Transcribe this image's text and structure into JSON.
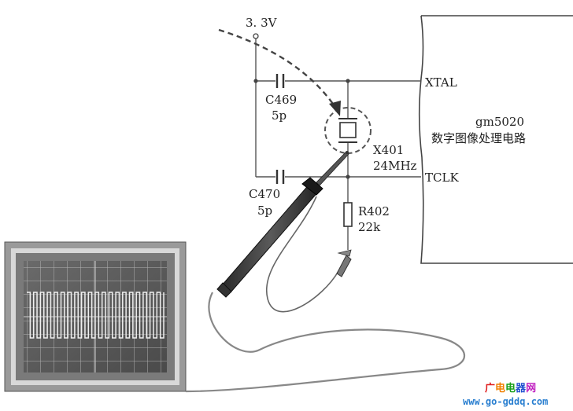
{
  "supply": {
    "label": "3. 3V"
  },
  "capacitors": [
    {
      "ref": "C469",
      "value": "5p"
    },
    {
      "ref": "C470",
      "value": "5p"
    }
  ],
  "crystal": {
    "ref": "X401",
    "value": "24MHz"
  },
  "resistor": {
    "ref": "R402",
    "value": "22k"
  },
  "chip": {
    "pin_top": "XTAL",
    "pin_bottom": "TCLK",
    "name": "gm5020",
    "description": "数字图像处理电路"
  },
  "watermark": {
    "chars": [
      {
        "text": "广",
        "color": "#e02020"
      },
      {
        "text": "电",
        "color": "#f08000"
      },
      {
        "text": "电",
        "color": "#1aa01a"
      },
      {
        "text": "器",
        "color": "#2050d0"
      },
      {
        "text": "网",
        "color": "#c020c0"
      }
    ],
    "url": "www.go-gddq.com",
    "url_color": "#2a7fd0"
  }
}
